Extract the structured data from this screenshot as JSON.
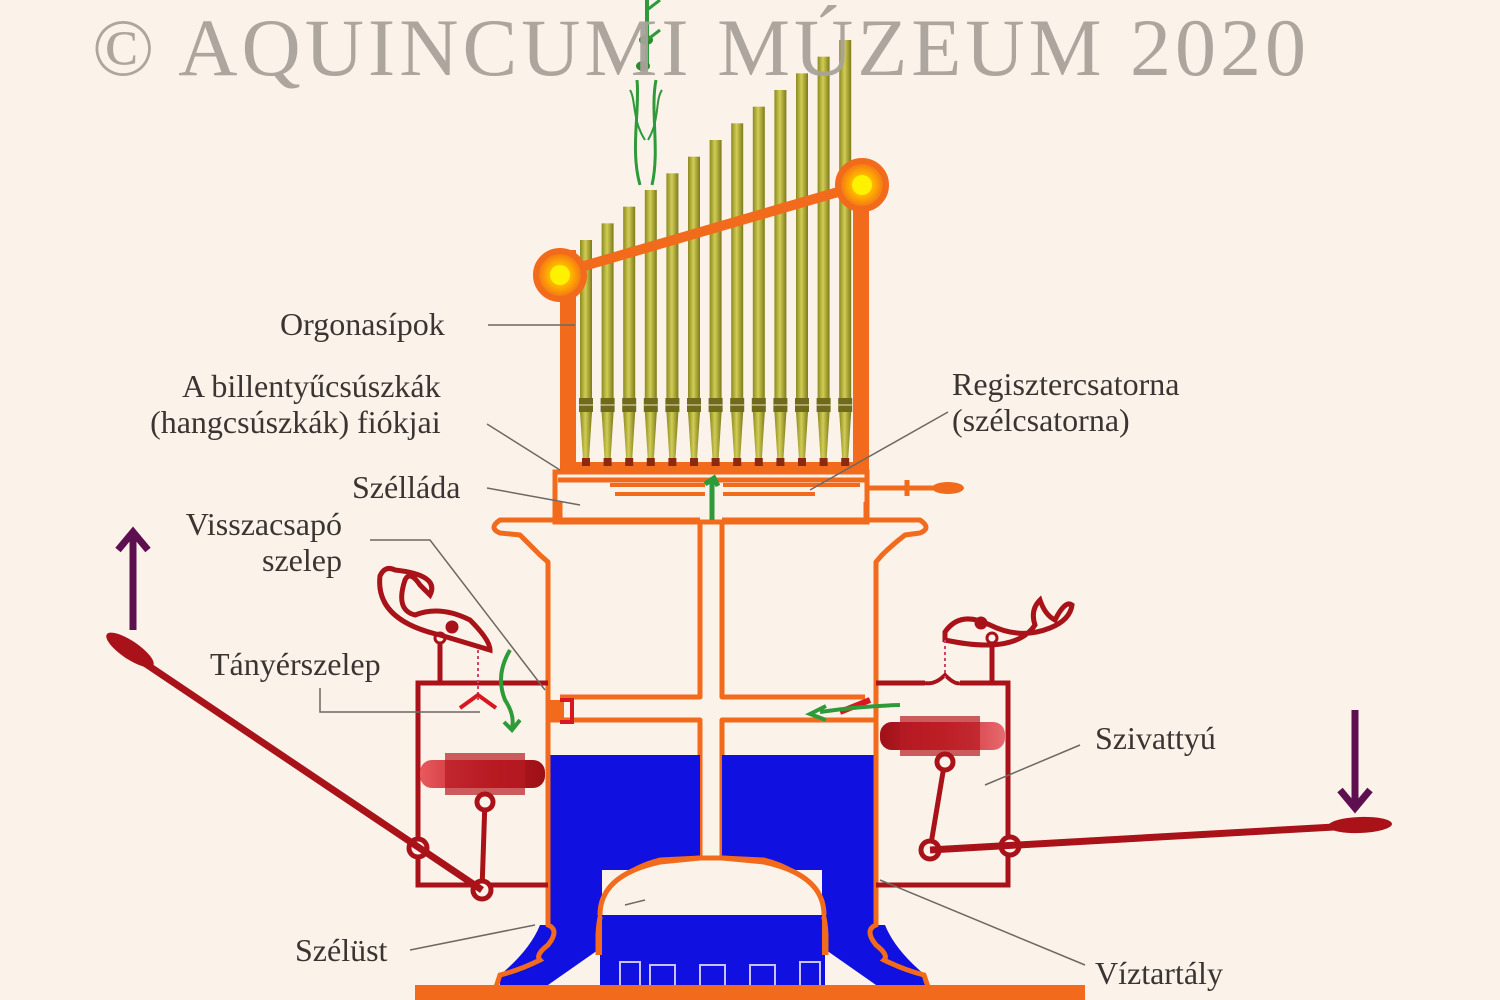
{
  "watermark": "© AQUINCUMI MÚZEUM 2020",
  "labels": {
    "orgonasipok": "Orgonasípok",
    "billentyu_line1": "A billentyűcsúszkák",
    "billentyu_line2": "(hangcsúszkák) fiókjai",
    "szellada": "Szélláda",
    "visszacsapo_line1": "Visszacsapó",
    "visszacsapo_line2": "szelep",
    "tanyerszelep": "Tányérszelep",
    "szelust": "Szélüst",
    "regiszter_line1": "Regisztercsatorna",
    "regiszter_line2": "(szélcsatorna)",
    "szivattyu": "Szivattyú",
    "viztartaly": "Víztartály"
  },
  "pipes": {
    "count": 13
  },
  "colors": {
    "background": "#fbf3ea",
    "frame_orange": "#f26a1b",
    "pipe_olive": "#b5b035",
    "water_blue": "#1010e0",
    "pump_red": "#a81218",
    "arrow_purple": "#5e0f4f",
    "airflow_green": "#2f9a3a",
    "leader_gray": "#6d6863",
    "text_dark": "#3a3532",
    "watermark_gray": "#a9a29a"
  },
  "arrows": {
    "left_lever_direction": "up",
    "right_lever_direction": "down"
  }
}
